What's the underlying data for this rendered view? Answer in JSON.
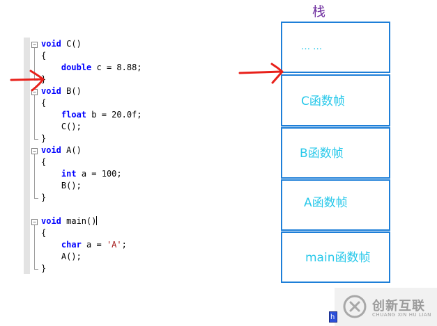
{
  "code": {
    "functions": [
      {
        "lines": [
          [
            {
              "t": "kw",
              "v": "void"
            },
            {
              "t": "plain",
              "v": " C()"
            }
          ],
          [
            {
              "t": "plain",
              "v": "{"
            }
          ],
          [
            {
              "t": "plain",
              "v": "    "
            },
            {
              "t": "kw",
              "v": "double"
            },
            {
              "t": "plain",
              "v": " c = 8.88;"
            }
          ],
          [
            {
              "t": "plain",
              "v": "}"
            }
          ]
        ]
      },
      {
        "lines": [
          [
            {
              "t": "kw",
              "v": "void"
            },
            {
              "t": "plain",
              "v": " B()"
            }
          ],
          [
            {
              "t": "plain",
              "v": "{"
            }
          ],
          [
            {
              "t": "plain",
              "v": "    "
            },
            {
              "t": "kw",
              "v": "float"
            },
            {
              "t": "plain",
              "v": " b = 20.0f;"
            }
          ],
          [
            {
              "t": "plain",
              "v": "    C();"
            }
          ],
          [
            {
              "t": "plain",
              "v": "}"
            }
          ]
        ]
      },
      {
        "lines": [
          [
            {
              "t": "kw",
              "v": "void"
            },
            {
              "t": "plain",
              "v": " A()"
            }
          ],
          [
            {
              "t": "plain",
              "v": "{"
            }
          ],
          [
            {
              "t": "plain",
              "v": "    "
            },
            {
              "t": "kw",
              "v": "int"
            },
            {
              "t": "plain",
              "v": " a = 100;"
            }
          ],
          [
            {
              "t": "plain",
              "v": "    B();"
            }
          ],
          [
            {
              "t": "plain",
              "v": "}"
            }
          ]
        ]
      },
      {
        "lines": [
          [
            {
              "t": "kw",
              "v": "void"
            },
            {
              "t": "plain",
              "v": " main()"
            }
          ],
          [
            {
              "t": "plain",
              "v": "{"
            }
          ],
          [
            {
              "t": "plain",
              "v": "    "
            },
            {
              "t": "kw",
              "v": "char"
            },
            {
              "t": "plain",
              "v": " a = "
            },
            {
              "t": "str",
              "v": "'A'"
            },
            {
              "t": "plain",
              "v": ";"
            }
          ],
          [
            {
              "t": "plain",
              "v": "    A();"
            }
          ],
          [
            {
              "t": "plain",
              "v": "}"
            }
          ]
        ]
      }
    ],
    "fold_symbol": "−"
  },
  "stack": {
    "title": "栈",
    "frames": [
      {
        "label": "… …"
      },
      {
        "label": "C函数帧"
      },
      {
        "label": "B函数帧"
      },
      {
        "label": "A函数帧"
      },
      {
        "label": "main函数帧"
      }
    ]
  },
  "watermark": {
    "text": "创新互联",
    "subtext": "CHUANG XIN HU LIAN",
    "chip_text": "h"
  },
  "colors": {
    "keyword": "#0000ff",
    "string": "#a31515",
    "frame_border": "#1e7fd8",
    "frame_label": "#27c8ea",
    "title": "#7030a0",
    "arrow": "#e8201a"
  }
}
